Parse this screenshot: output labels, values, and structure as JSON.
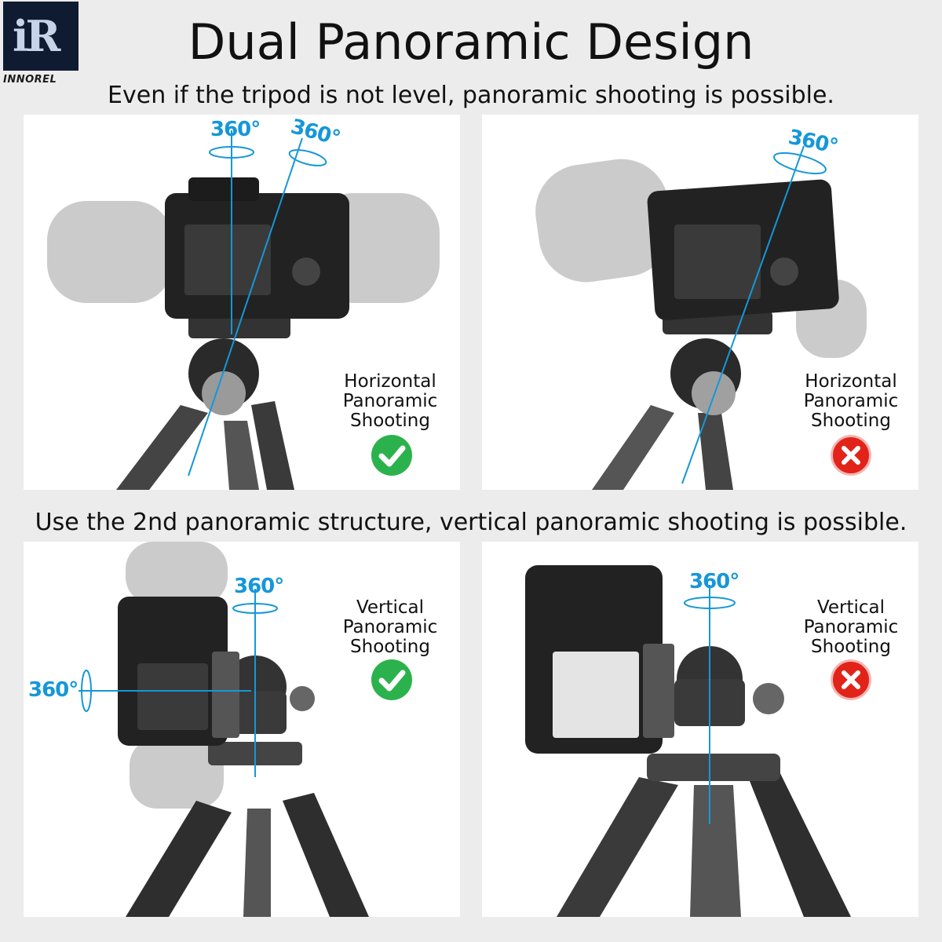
{
  "brand": {
    "logo_mark": "iR",
    "name": "INNOREL"
  },
  "title": "Dual Panoramic Design",
  "subtitle_top": "Even if the tripod is not level, panoramic shooting is possible.",
  "subtitle_bottom": "Use the 2nd panoramic structure, vertical panoramic shooting is possible.",
  "accent_color": "#1597d8",
  "panels": [
    {
      "caption": [
        "Horizontal",
        "Panoramic",
        "Shooting"
      ],
      "status": "check",
      "status_icon": "check-icon",
      "degree_labels": [
        "360°",
        "360°"
      ]
    },
    {
      "caption": [
        "Horizontal",
        "Panoramic",
        "Shooting"
      ],
      "status": "cross",
      "status_icon": "cross-icon",
      "degree_labels": [
        "360°"
      ]
    },
    {
      "caption": [
        "Vertical",
        "Panoramic",
        "Shooting"
      ],
      "status": "check",
      "status_icon": "check-icon",
      "degree_labels": [
        "360°",
        "360°"
      ]
    },
    {
      "caption": [
        "Vertical",
        "Panoramic",
        "Shooting"
      ],
      "status": "cross",
      "status_icon": "cross-icon",
      "degree_labels": [
        "360°"
      ]
    }
  ]
}
